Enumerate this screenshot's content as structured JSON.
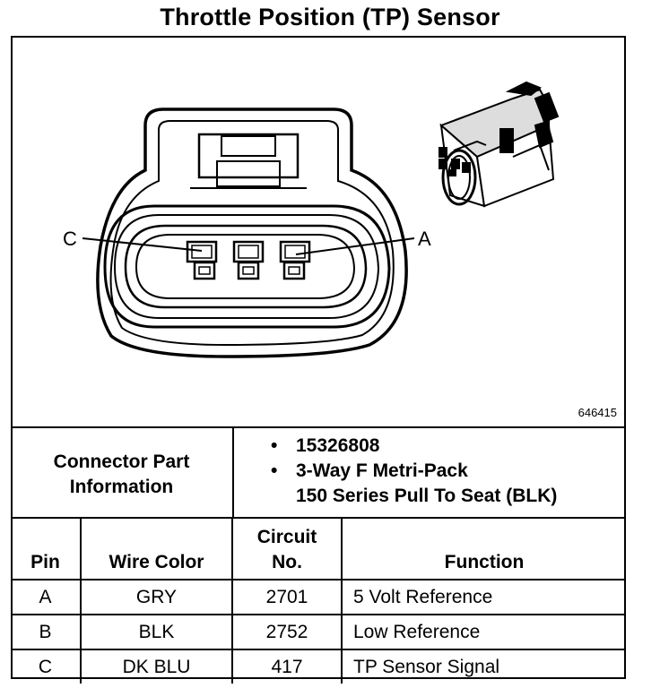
{
  "title": "Throttle Position (TP) Sensor",
  "diagram": {
    "pin_labels": {
      "left": "C",
      "right": "A"
    },
    "figure_number": "646415"
  },
  "connector_info": {
    "heading_line1": "Connector Part",
    "heading_line2": "Information",
    "items": [
      {
        "bullet": "•",
        "lines": [
          "15326808"
        ]
      },
      {
        "bullet": "•",
        "lines": [
          "3-Way F Metri-Pack",
          "150 Series Pull To Seat (BLK)"
        ]
      }
    ]
  },
  "pin_table": {
    "headers": {
      "pin": "Pin",
      "wire_color": "Wire Color",
      "circuit_line1": "Circuit",
      "circuit_line2": "No.",
      "function": "Function"
    },
    "rows": [
      {
        "pin": "A",
        "wire_color": "GRY",
        "circuit": "2701",
        "function": "5 Volt Reference"
      },
      {
        "pin": "B",
        "wire_color": "BLK",
        "circuit": "2752",
        "function": "Low Reference"
      },
      {
        "pin": "C",
        "wire_color": "DK BLU",
        "circuit": "417",
        "function": "TP Sensor Signal"
      }
    ]
  }
}
